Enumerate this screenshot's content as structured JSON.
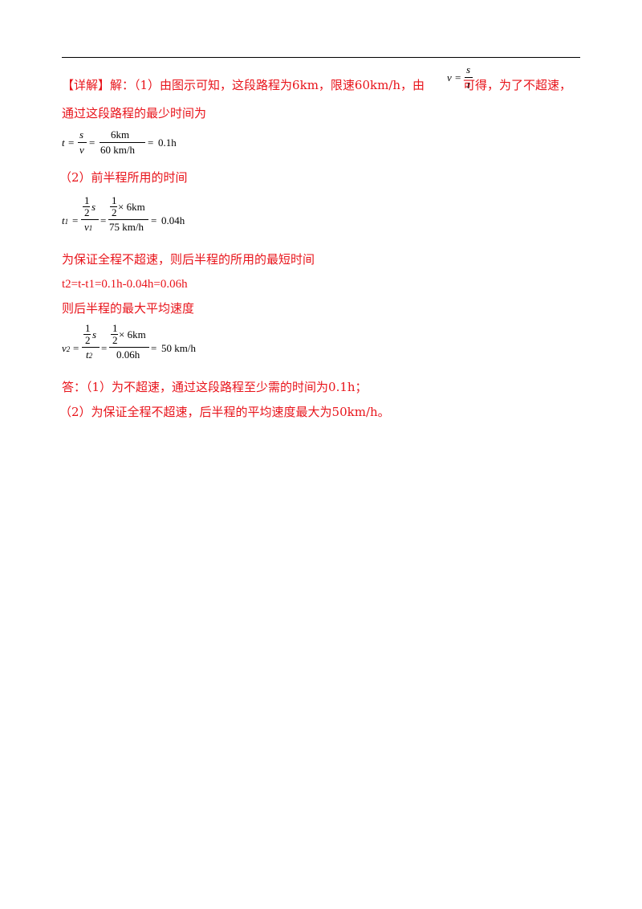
{
  "text": {
    "detail_label": "【详解】",
    "line1_pre": "解：（1）由图示可知，这段路程为6km，限速60km/h，由",
    "line1_post": "可得，为了不超速，",
    "line2": "通过这段路程的最少时间为",
    "part2": "（2）前半程所用的时间",
    "line_guarantee": "为保证全程不超速，则后半程的所用的最短时间",
    "t2_line": "t2=t-t1=0.1h-0.04h=0.06h",
    "line_max_speed": "则后半程的最大平均速度",
    "answer1": "答：（1）为不超速，通过这段路程至少需的时间为0.1h；",
    "answer2": "（2）为保证全程不超速，后半程的平均速度最大为50km/h。"
  },
  "formulas": {
    "vst": {
      "v": "v",
      "eq": "=",
      "s": "s",
      "t": "t"
    },
    "f1": {
      "t": "t",
      "eq1": "=",
      "s": "s",
      "v": "v",
      "eq2": "=",
      "num": "6km",
      "den": "60 km/h",
      "eq3": "=",
      "result": "0.1h"
    },
    "f2": {
      "t": "t",
      "t_sub": "1",
      "eq1": "=",
      "half_num": "1",
      "half_den": "2",
      "s": "s",
      "v": "v",
      "v_sub": "1",
      "eq2": "=",
      "times": "× 6km",
      "den": "75 km/h",
      "eq3": "=",
      "result": "0.04h"
    },
    "f3": {
      "v": "v",
      "v_sub": "2",
      "eq1": "=",
      "half_num": "1",
      "half_den": "2",
      "s": "s",
      "t": "t",
      "t_sub": "2",
      "eq2": "=",
      "times": "× 6km",
      "den": "0.06h",
      "eq3": "=",
      "result": "50 km/h"
    }
  },
  "colors": {
    "text_red": "#e8141b",
    "math_black": "#000000"
  }
}
